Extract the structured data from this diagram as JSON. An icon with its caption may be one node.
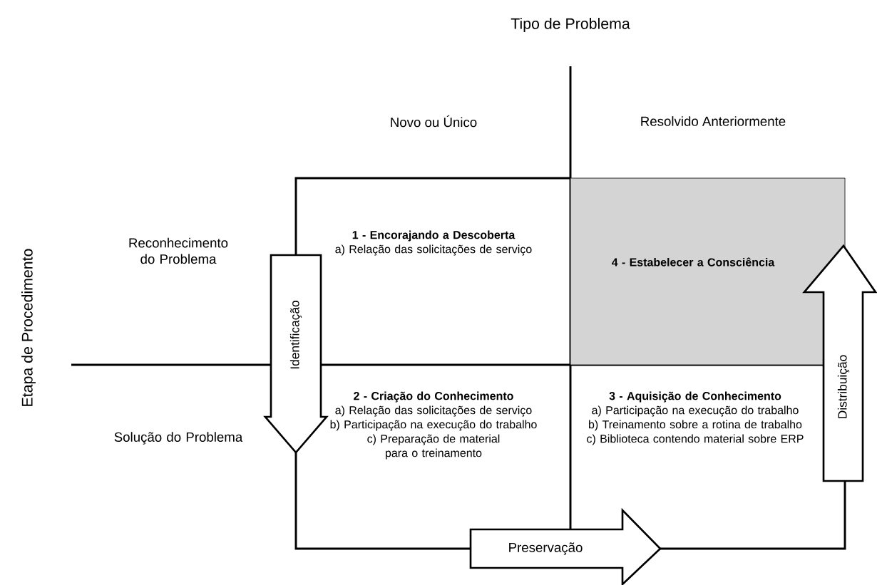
{
  "diagram": {
    "title": "Tipo de Problema",
    "nodes": [
      {
        "text": [
          "1 - Encorajando a Descoberta",
          "a) Relação das solicitações de serviço"
        ]
      },
      {
        "text": [
          "4 - Estabelecer a Consciência"
        ]
      },
      {
        "text": [
          "2 - Criação do Conhecimento",
          "a) Relação das solicitações de serviço",
          "b) Participação na execução do trabalho",
          "c) Preparação de material para o treinamento"
        ]
      },
      {
        "text": [
          "3 - Aquisição de Conhecimento",
          "a) Participação na execução do trabalho",
          "b) Treinamento sobre a rotina de trabalho",
          "c) Biblioteca contendo material sobre ERP"
        ]
      },
      {
        "text": [
          "Identificação"
        ]
      },
      {
        "text": [
          "Distribuição"
        ]
      },
      {
        "text": [
          "Preservação"
        ]
      }
    ],
    "labels": [
      "Novo ou Único",
      "Resolvido Anteriormente",
      "Etapa de Procedimento",
      "Reconhecimento do Problema",
      "Solução do Problema"
    ]
  }
}
